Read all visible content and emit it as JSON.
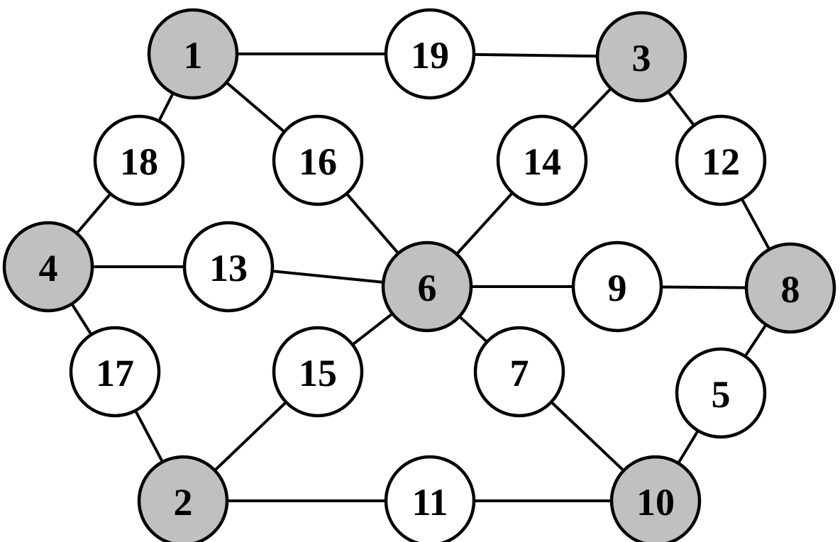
{
  "colors": {
    "hub_fill": "#c0c0c0",
    "leaf_fill": "#ffffff",
    "stroke": "#000000",
    "background": "#ffffff"
  },
  "nodes": [
    {
      "id": "1",
      "label": "1",
      "kind": "hub"
    },
    {
      "id": "2",
      "label": "2",
      "kind": "hub"
    },
    {
      "id": "3",
      "label": "3",
      "kind": "hub"
    },
    {
      "id": "4",
      "label": "4",
      "kind": "hub"
    },
    {
      "id": "5",
      "label": "5",
      "kind": "leaf"
    },
    {
      "id": "6",
      "label": "6",
      "kind": "hub"
    },
    {
      "id": "7",
      "label": "7",
      "kind": "leaf"
    },
    {
      "id": "8",
      "label": "8",
      "kind": "hub"
    },
    {
      "id": "9",
      "label": "9",
      "kind": "leaf"
    },
    {
      "id": "10",
      "label": "10",
      "kind": "hub"
    },
    {
      "id": "11",
      "label": "11",
      "kind": "leaf"
    },
    {
      "id": "12",
      "label": "12",
      "kind": "leaf"
    },
    {
      "id": "13",
      "label": "13",
      "kind": "leaf"
    },
    {
      "id": "14",
      "label": "14",
      "kind": "leaf"
    },
    {
      "id": "15",
      "label": "15",
      "kind": "leaf"
    },
    {
      "id": "16",
      "label": "16",
      "kind": "leaf"
    },
    {
      "id": "17",
      "label": "17",
      "kind": "leaf"
    },
    {
      "id": "18",
      "label": "18",
      "kind": "leaf"
    },
    {
      "id": "19",
      "label": "19",
      "kind": "leaf"
    }
  ],
  "edges": [
    [
      "1",
      "19"
    ],
    [
      "19",
      "3"
    ],
    [
      "1",
      "18"
    ],
    [
      "18",
      "4"
    ],
    [
      "1",
      "16"
    ],
    [
      "16",
      "6"
    ],
    [
      "3",
      "14"
    ],
    [
      "14",
      "6"
    ],
    [
      "3",
      "12"
    ],
    [
      "12",
      "8"
    ],
    [
      "4",
      "13"
    ],
    [
      "13",
      "6"
    ],
    [
      "6",
      "9"
    ],
    [
      "9",
      "8"
    ],
    [
      "4",
      "17"
    ],
    [
      "17",
      "2"
    ],
    [
      "6",
      "15"
    ],
    [
      "15",
      "2"
    ],
    [
      "6",
      "7"
    ],
    [
      "7",
      "10"
    ],
    [
      "8",
      "5"
    ],
    [
      "5",
      "10"
    ],
    [
      "2",
      "11"
    ],
    [
      "11",
      "10"
    ]
  ]
}
